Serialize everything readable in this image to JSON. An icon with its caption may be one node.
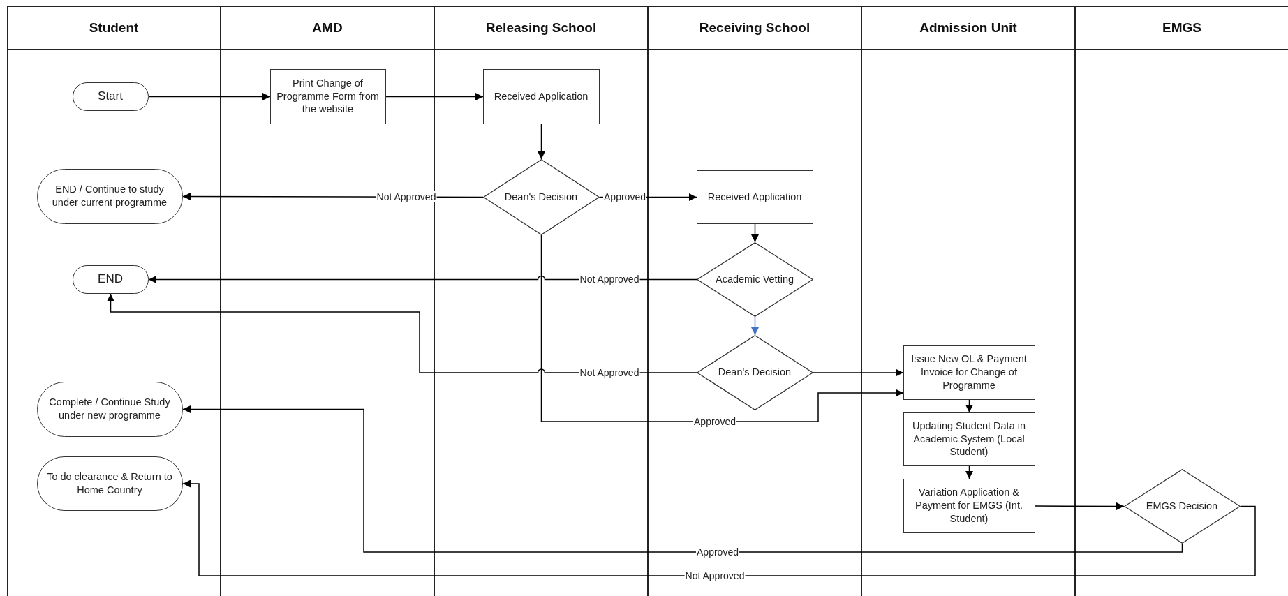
{
  "diagram": {
    "nodes": [
      {
        "text": [
          "Student"
        ]
      },
      {
        "text": [
          "AMD"
        ]
      },
      {
        "text": [
          "Releasing School"
        ]
      },
      {
        "text": [
          "Receiving School"
        ]
      },
      {
        "text": [
          "Admission Unit"
        ]
      },
      {
        "text": [
          "EMGS"
        ]
      },
      {
        "text": [
          "Start"
        ],
        "in": 0
      },
      {
        "text": [
          "Print Change of Programme Form from the website"
        ],
        "in": 1
      },
      {
        "text": [
          "Received Application"
        ],
        "in": 2
      },
      {
        "text": [
          "Dean's Decision"
        ],
        "in": 2
      },
      {
        "text": [
          "END / Continue to study under current programme"
        ],
        "in": 0
      },
      {
        "text": [
          "Received Application"
        ],
        "in": 3
      },
      {
        "text": [
          "Academic Vetting"
        ],
        "in": 3
      },
      {
        "text": [
          "END"
        ],
        "in": 0
      },
      {
        "text": [
          "Dean's Decision"
        ],
        "in": 3
      },
      {
        "text": [
          "Issue New OL & Payment Invoice for Change of Programme"
        ],
        "in": 4
      },
      {
        "text": [
          "Complete / Continue Study under new programme"
        ],
        "in": 0
      },
      {
        "text": [
          "Updating Student Data in Academic System (Local Student)"
        ],
        "in": 4
      },
      {
        "text": [
          "To do clearance & Return to Home Country"
        ],
        "in": 0
      },
      {
        "text": [
          "Variation Application & Payment for EMGS (Int. Student)"
        ],
        "in": 4
      },
      {
        "text": [
          "EMGS Decision"
        ],
        "in": 5
      }
    ],
    "edges": [
      {
        "from": 6,
        "to": 7,
        "arrow": "to"
      },
      {
        "from": 7,
        "to": 8,
        "arrow": "to"
      },
      {
        "from": 8,
        "to": 9,
        "arrow": "to"
      },
      {
        "from": 9,
        "to": 10,
        "arrow": "to",
        "label": "Not Approved"
      },
      {
        "from": 9,
        "to": 11,
        "arrow": "to",
        "label": "Approved"
      },
      {
        "from": 11,
        "to": 12,
        "arrow": "to"
      },
      {
        "from": 12,
        "to": 13,
        "arrow": "to",
        "label": "Not Approved"
      },
      {
        "from": 12,
        "to": 14,
        "arrow": "to",
        "color": "#4472c4"
      },
      {
        "from": 14,
        "to": 13,
        "arrow": "to",
        "label": "Not Approved"
      },
      {
        "from": 14,
        "to": 15,
        "arrow": "to"
      },
      {
        "from": 9,
        "to": 15,
        "arrow": "to",
        "label": "Approved"
      },
      {
        "from": 15,
        "to": 17,
        "arrow": "to"
      },
      {
        "from": 17,
        "to": 19,
        "arrow": "to"
      },
      {
        "from": 19,
        "to": 20,
        "arrow": "to"
      },
      {
        "from": 20,
        "to": 16,
        "arrow": "to",
        "label": "Approved"
      },
      {
        "from": 20,
        "to": 18,
        "arrow": "to",
        "label": "Not Approved"
      }
    ]
  }
}
